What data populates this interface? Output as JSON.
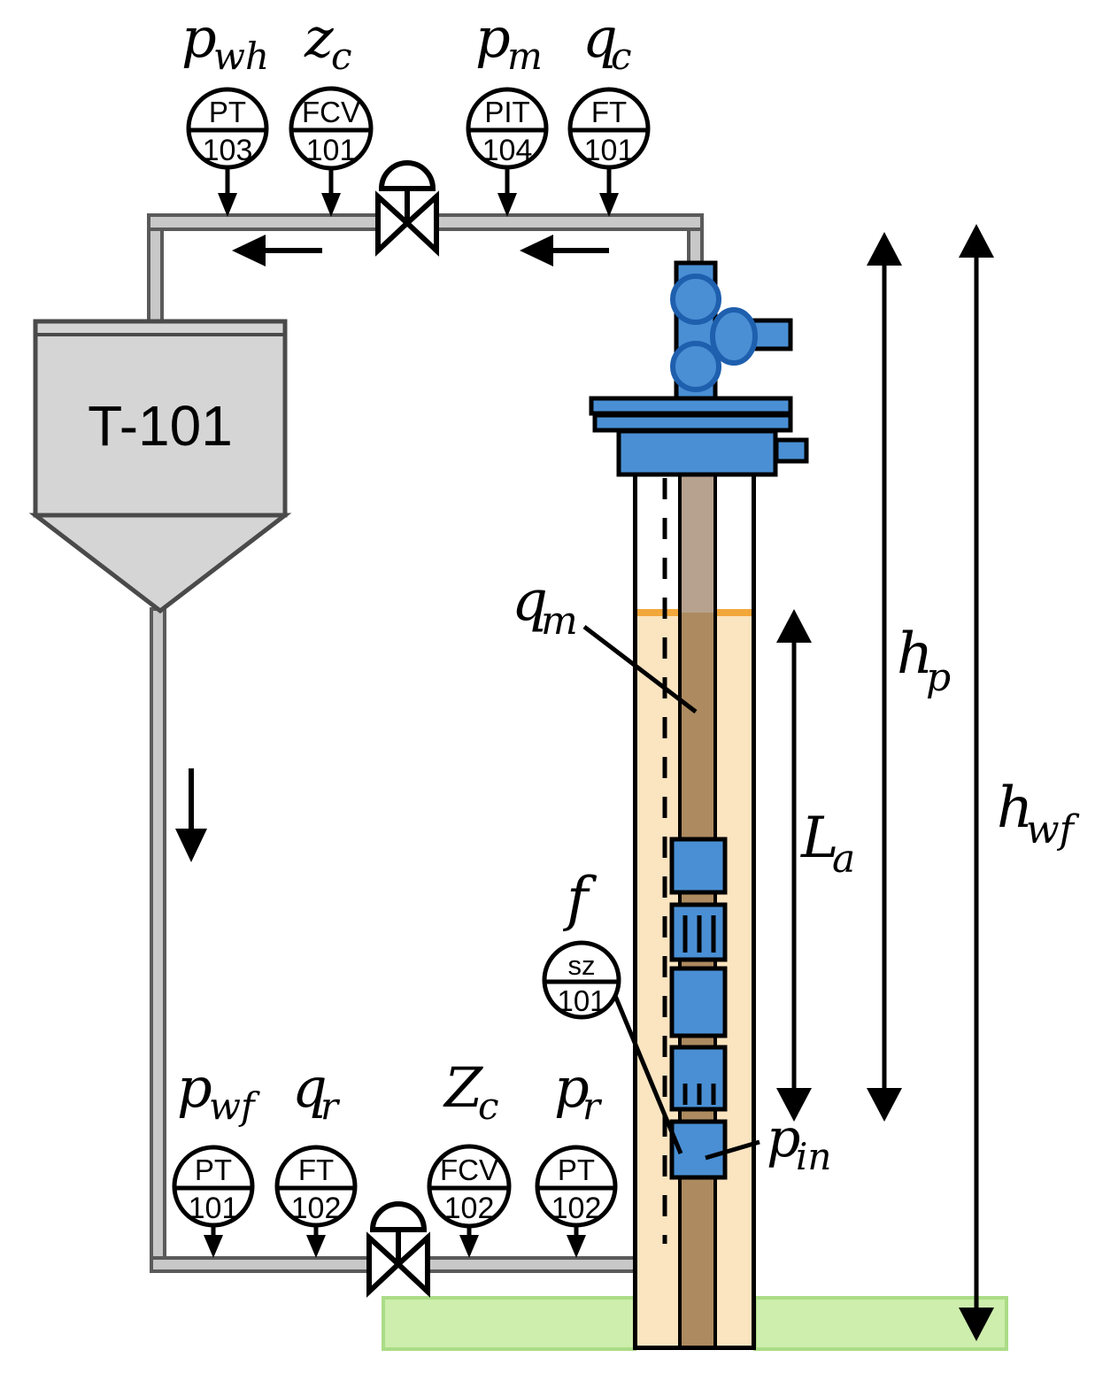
{
  "tank": {
    "label": "T-101"
  },
  "instruments": {
    "pt103": {
      "line1": "PT",
      "line2": "103",
      "label_main": "p",
      "label_sub": "wh"
    },
    "fcv101": {
      "line1": "FCV",
      "line2": "101",
      "label_main": "z",
      "label_sub": "c"
    },
    "pit104": {
      "line1": "PIT",
      "line2": "104",
      "label_main": "p",
      "label_sub": "m"
    },
    "ft101": {
      "line1": "FT",
      "line2": "101",
      "label_main": "q",
      "label_sub": "c"
    },
    "pt101": {
      "line1": "PT",
      "line2": "101",
      "label_main": "p",
      "label_sub": "wf"
    },
    "ft102": {
      "line1": "FT",
      "line2": "102",
      "label_main": "q",
      "label_sub": "r"
    },
    "fcv102": {
      "line1": "FCV",
      "line2": "102",
      "label_main": "Z",
      "label_sub": "c"
    },
    "pt102": {
      "line1": "PT",
      "line2": "102",
      "label_main": "p",
      "label_sub": "r"
    },
    "sz101": {
      "line1": "sz",
      "line2": "101",
      "label_main": "f",
      "label_sub": ""
    }
  },
  "annotations": {
    "qm": {
      "main": "q",
      "sub": "m"
    },
    "pin": {
      "main": "p",
      "sub": "in"
    },
    "hp": {
      "main": "h",
      "sub": "p"
    },
    "hwf": {
      "main": "h",
      "sub": "wf"
    },
    "la": {
      "main": "L",
      "sub": "a"
    }
  },
  "colors": {
    "pipe_fill": "#c8c8c8",
    "pipe_stroke": "#5a5a5a",
    "tank_fill": "#d5d5d5",
    "equipment_blue": "#4a8fd4",
    "equipment_blue_stroke": "#1e5fae",
    "annulus_tan": "#fbe4c0",
    "tubing_brown": "#ad8a60",
    "tubing_brown_light": "#b7a28f",
    "liquid_line_orange": "#f2a73b",
    "ground_green": "#cdeeac",
    "ground_green_stroke": "#abdc87"
  }
}
